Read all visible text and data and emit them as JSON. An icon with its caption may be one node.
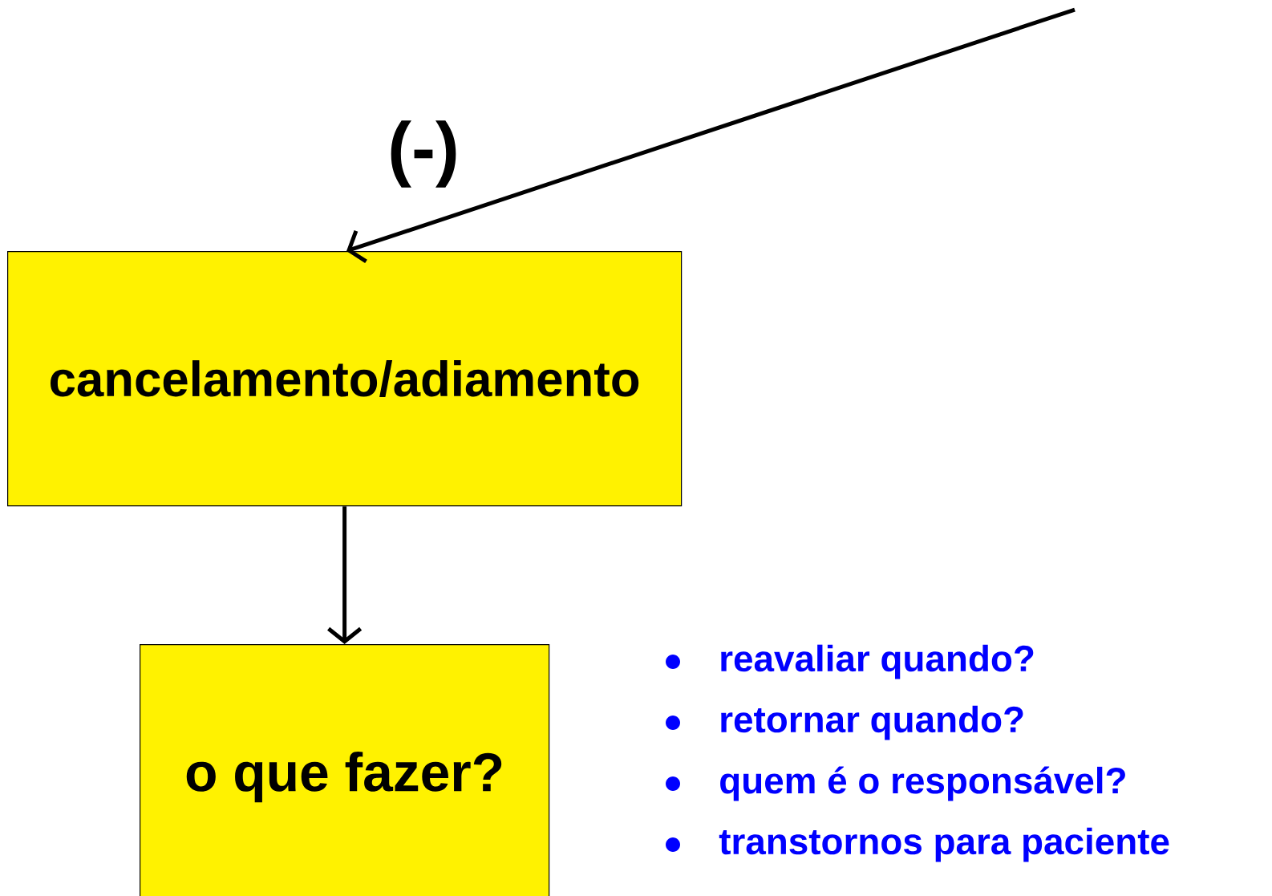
{
  "diagram": {
    "nodes": [
      {
        "text": [
          "cancelamento/adiamento"
        ]
      },
      {
        "text": [
          "o que fazer?"
        ]
      }
    ],
    "edges": [
      {
        "from": null,
        "to": 0,
        "arrow": "to",
        "label": "(-)"
      },
      {
        "from": 0,
        "to": 1,
        "arrow": "to"
      }
    ],
    "labels": [
      "reavaliar quando?",
      "retornar quando?",
      "quem é o responsável?",
      "transtornos para paciente"
    ]
  }
}
